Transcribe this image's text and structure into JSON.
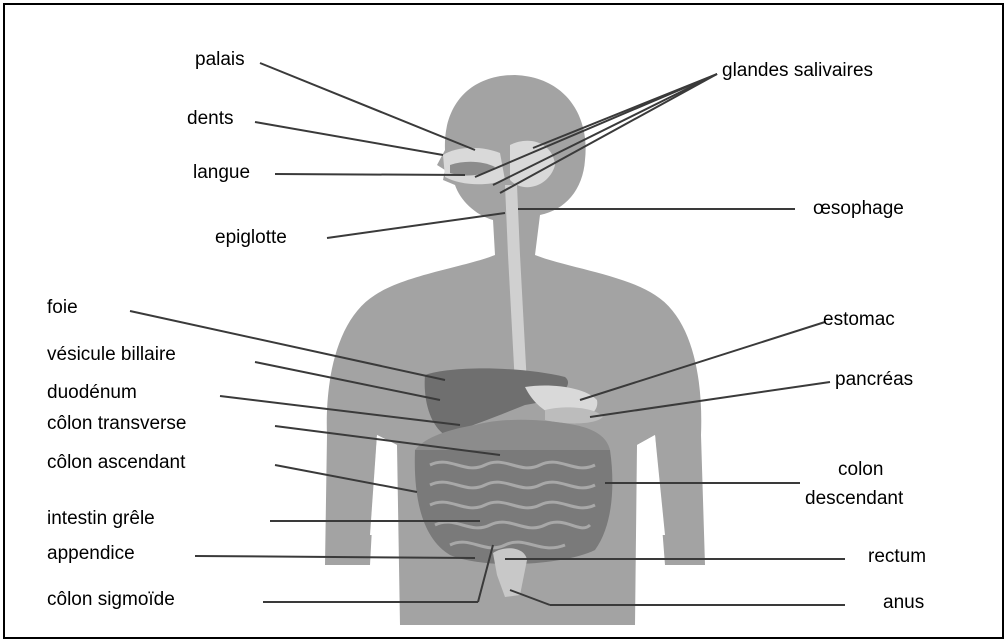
{
  "labels": {
    "palais": "palais",
    "dents": "dents",
    "langue": "langue",
    "epiglotte": "epiglotte",
    "glandes_salivaires": "glandes salivaires",
    "oesophage": "œsophage",
    "foie": "foie",
    "vesicule_billaire": "vésicule billaire",
    "duodenum": "duodénum",
    "colon_transverse": "côlon transverse",
    "colon_ascendant": "côlon ascendant",
    "intestin_grele": "intestin grêle",
    "appendice": "appendice",
    "colon_sigmoide": "côlon sigmoïde",
    "estomac": "estomac",
    "pancreas": "pancréas",
    "colon_descendant_1": "colon",
    "colon_descendant_2": "descendant",
    "rectum": "rectum",
    "anus": "anus"
  },
  "colors": {
    "body": "#a3a3a3",
    "organ_dark": "#6f6f6f",
    "organ_mid": "#8c8c8c",
    "organ_light": "#d9d9d9",
    "leader_line": "#3a3a3a"
  }
}
